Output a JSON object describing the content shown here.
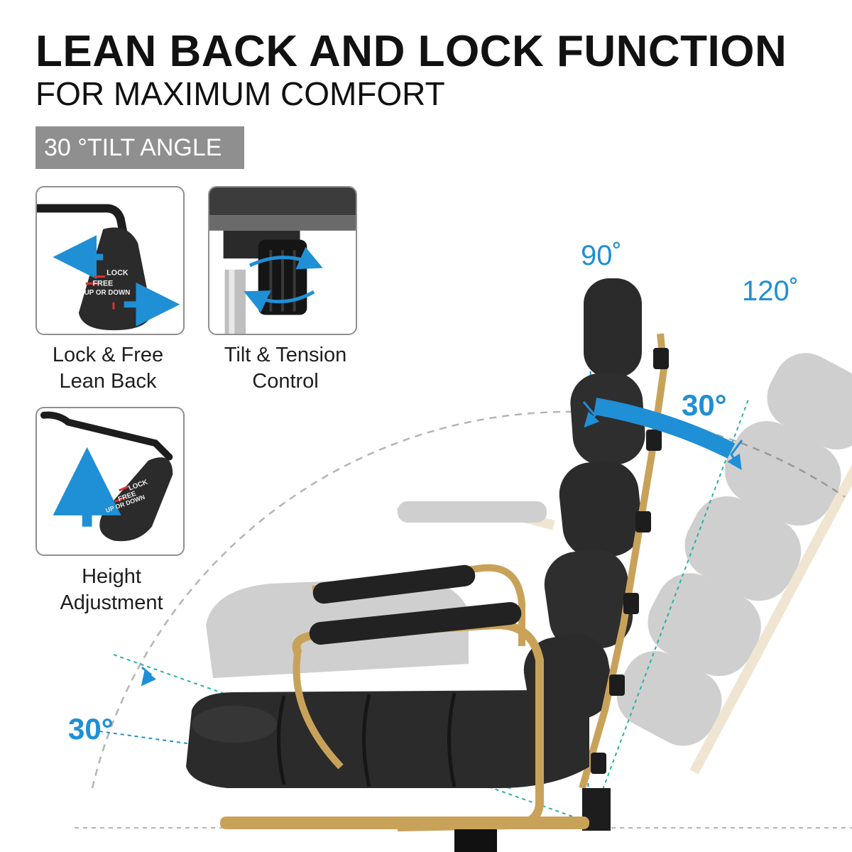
{
  "title": {
    "main": "LEAN BACK AND LOCK FUNCTION",
    "sub": "FOR MAXIMUM COMFORT"
  },
  "badge": "30 °TILT ANGLE",
  "features": [
    {
      "line1": "Lock & Free",
      "line2": "Lean Back",
      "icon": "lever-handle-icon"
    },
    {
      "line1": "Tilt & Tension",
      "line2": "Control",
      "icon": "tension-knob-icon"
    },
    {
      "line1": "Height",
      "line2": "Adjustment",
      "icon": "height-lever-icon"
    }
  ],
  "lever_text": {
    "lock": "LOCK",
    "free": "FREE",
    "updown": "UP OR DOWN"
  },
  "angles": {
    "upright": "90˚",
    "reclined": "120˚",
    "back_tilt": "30°",
    "seat_tilt": "30°"
  },
  "colors": {
    "accent_blue": "#1f8fd6",
    "badge_gray": "#8f8f8f",
    "gold_frame": "#c9a25a",
    "leather": "#2b2b2b"
  }
}
